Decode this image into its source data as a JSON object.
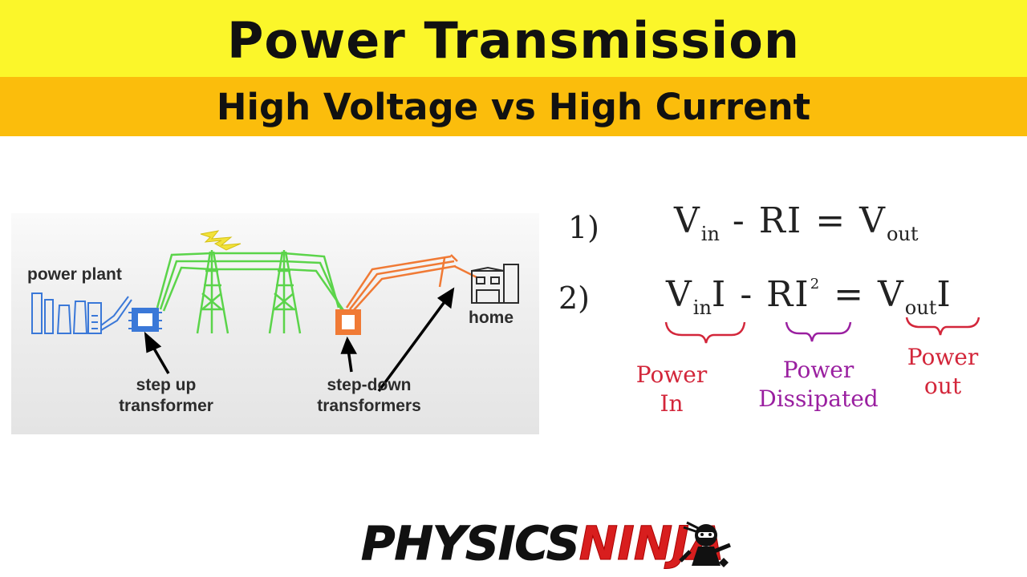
{
  "title": "Power Transmission",
  "subtitle": "High Voltage vs High Current",
  "diagram": {
    "labels": {
      "power_plant": "power plant",
      "home": "home",
      "step_up_line1": "step up",
      "step_up_line2": "transformer",
      "step_down_line1": "step-down",
      "step_down_line2": "transformers"
    },
    "colors": {
      "plant": "#3a78d8",
      "high_voltage_line": "#5bd44a",
      "low_voltage_line": "#f07a35",
      "lightning": "#f2e23a"
    }
  },
  "equations": {
    "eq1": {
      "number": "1)",
      "v": "V",
      "v_sub": "in",
      "minus_term": "- RI",
      "equals": "=",
      "rhs_v": "V",
      "rhs_sub": "out"
    },
    "eq2": {
      "number": "2)",
      "v": "V",
      "v_sub": "in",
      "after_v": "I",
      "minus_term": "- RI",
      "sup": "2",
      "equals": "=",
      "rhs_v": "V",
      "rhs_sub": "out",
      "rhs_after": "I"
    },
    "annotations": {
      "power_in_line1": "Power",
      "power_in_line2": "In",
      "power_dissipated_line1": "Power",
      "power_dissipated_line2": "Dissipated",
      "power_out_line1": "Power",
      "power_out_line2": "out",
      "colors": {
        "power_in": "#d3263a",
        "power_dissipated": "#9a1fa0",
        "power_out": "#d3263a"
      }
    }
  },
  "logo": {
    "word1": "PHYSICS",
    "word2": "NINJA",
    "icon": "ninja-mascot-icon"
  }
}
